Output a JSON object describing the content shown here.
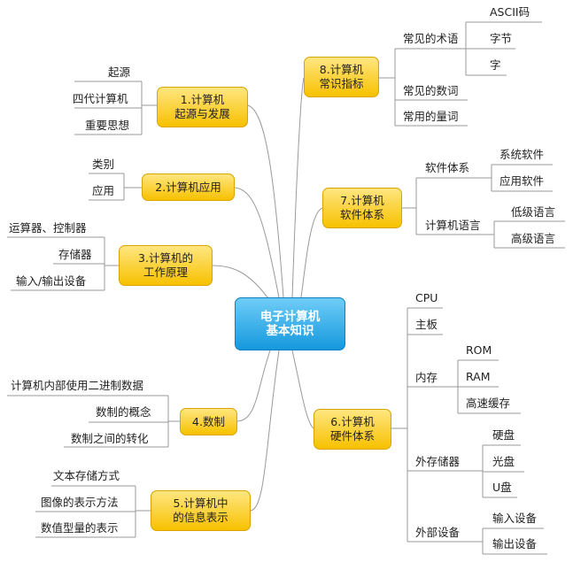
{
  "center": "电子计算机\n基本知识",
  "b1": {
    "label": "1.计算机\n起源与发展",
    "items": [
      "起源",
      "四代计算机",
      "重要思想"
    ]
  },
  "b2": {
    "label": "2.计算机应用",
    "items": [
      "类别",
      "应用"
    ]
  },
  "b3": {
    "label": "3.计算机的\n工作原理",
    "items": [
      "运算器、控制器",
      "存储器",
      "输入/输出设备"
    ]
  },
  "b4": {
    "label": "4.数制",
    "items": [
      "计算机内部使用二进制数据",
      "数制的概念",
      "数制之间的转化"
    ]
  },
  "b5": {
    "label": "5.计算机中\n的信息表示",
    "items": [
      "文本存储方式",
      "图像的表示方法",
      "数值型量的表示"
    ]
  },
  "b6": {
    "label": "6.计算机\n硬件体系",
    "cpu": "CPU",
    "mainboard": "主板",
    "memory": "内存",
    "memory_items": [
      "ROM",
      "RAM",
      "高速缓存"
    ],
    "external_storage": "外存储器",
    "external_items": [
      "硬盘",
      "光盘",
      "U盘"
    ],
    "peripherals": "外部设备",
    "peripheral_items": [
      "输入设备",
      "输出设备"
    ]
  },
  "b7": {
    "label": "7.计算机\n软件体系",
    "software": "软件体系",
    "software_items": [
      "系统软件",
      "应用软件"
    ],
    "language": "计算机语言",
    "language_items": [
      "低级语言",
      "高级语言"
    ]
  },
  "b8": {
    "label": "8.计算机\n常识指标",
    "terms": "常见的术语",
    "terms_items": [
      "ASCII码",
      "字节",
      "字"
    ],
    "quantifiers": "常见的数词",
    "units": "常用的量词"
  }
}
